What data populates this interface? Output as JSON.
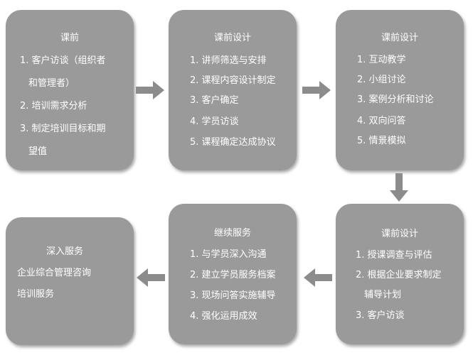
{
  "boxes": {
    "box1": {
      "title": "课前",
      "lines": [
        "1. 客户访谈（组织者",
        "和管理者）",
        "2. 培训需求分析",
        "3. 制定培训目标和期",
        "望值"
      ]
    },
    "box2": {
      "title": "课前设计",
      "lines": [
        "1. 讲师筛选与安排",
        "2. 课程内容设计制定",
        "3. 客户确定",
        "4. 学员访谈",
        "5. 课程确定达成协议"
      ]
    },
    "box3": {
      "title": "课前设计",
      "lines": [
        "1. 互动教学",
        "2. 小组讨论",
        "3. 案例分析和讨论",
        "4. 双向问答",
        "5. 情景模拟"
      ]
    },
    "box4": {
      "title": "课前设计",
      "lines": [
        "1. 授课调查与评估",
        "2. 根据企业要求制定",
        "辅导计划",
        "3. 客户访谈"
      ]
    },
    "box5": {
      "title": "继续服务",
      "lines": [
        "1. 与学员深入沟通",
        "2. 建立学员服务档案",
        "3. 现场问答实施辅导",
        "4. 强化运用成效"
      ]
    },
    "box6": {
      "title": "深入服务",
      "lines": [
        "企业综合管理咨询",
        "培训服务"
      ]
    }
  },
  "colors": {
    "box_fill": "#9a9a9a",
    "text": "#ffffff",
    "arrow": "#8c8c8c"
  }
}
